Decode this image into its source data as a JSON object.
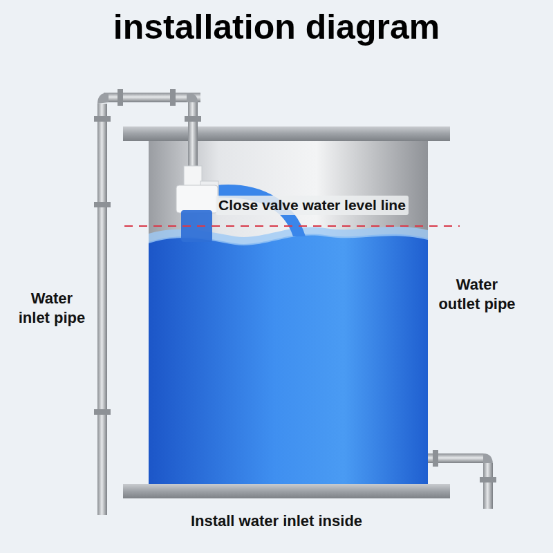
{
  "diagram": {
    "title": "installation diagram",
    "labels": [
      "Close valve water level line",
      "Water inlet pipe",
      "Water outlet pipe",
      "Install water inlet inside"
    ]
  }
}
